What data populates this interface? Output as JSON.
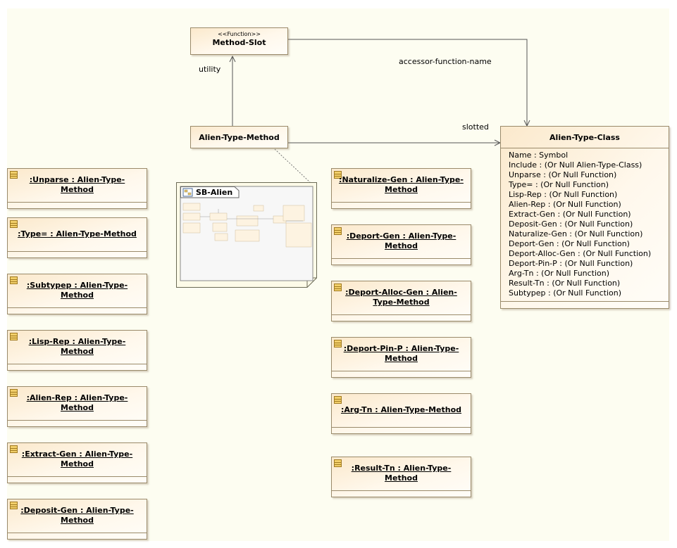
{
  "nodes": {
    "method_slot": {
      "stereotype": "<<Function>>",
      "name": "Method-Slot"
    },
    "alien_type_method": {
      "name": "Alien-Type-Method"
    },
    "alien_type_class": {
      "name": "Alien-Type-Class",
      "attributes": [
        "Name : Symbol",
        "Include : (Or Null Alien-Type-Class)",
        "Unparse : (Or Null Function)",
        "Type= : (Or Null Function)",
        "Lisp-Rep : (Or Null Function)",
        "Alien-Rep : (Or Null Function)",
        "Extract-Gen : (Or Null Function)",
        "Deposit-Gen : (Or Null Function)",
        "Naturalize-Gen : (Or Null Function)",
        "Deport-Gen : (Or Null Function)",
        "Deport-Alloc-Gen : (Or Null Function)",
        "Deport-Pin-P : (Or Null Function)",
        "Arg-Tn : (Or Null Function)",
        "Result-Tn : (Or Null Function)",
        "Subtypep : (Or Null Function)"
      ]
    },
    "diagram_ref": {
      "name": "SB-Alien"
    }
  },
  "edge_labels": {
    "utility": "utility",
    "accessor": "accessor-function-name",
    "slotted": "slotted"
  },
  "instances_left": [
    ":Unparse : Alien-Type-Method",
    ":Type= : Alien-Type-Method",
    ":Subtypep : Alien-Type-Method",
    ":Lisp-Rep : Alien-Type-Method",
    ":Alien-Rep : Alien-Type-Method",
    ":Extract-Gen : Alien-Type-Method",
    ":Deposit-Gen : Alien-Type-Method"
  ],
  "instances_right": [
    ":Naturalize-Gen : Alien-Type-Method",
    ":Deport-Gen : Alien-Type-Method",
    ":Deport-Alloc-Gen : Alien-Type-Method",
    ":Deport-Pin-P : Alien-Type-Method",
    ":Arg-Tn : Alien-Type-Method",
    ":Result-Tn : Alien-Type-Method"
  ],
  "colors": {
    "box_border": "#9a8a6a",
    "box_fill": "#fbe9cc",
    "canvas": "#fdfdf1",
    "edge": "#555555"
  }
}
